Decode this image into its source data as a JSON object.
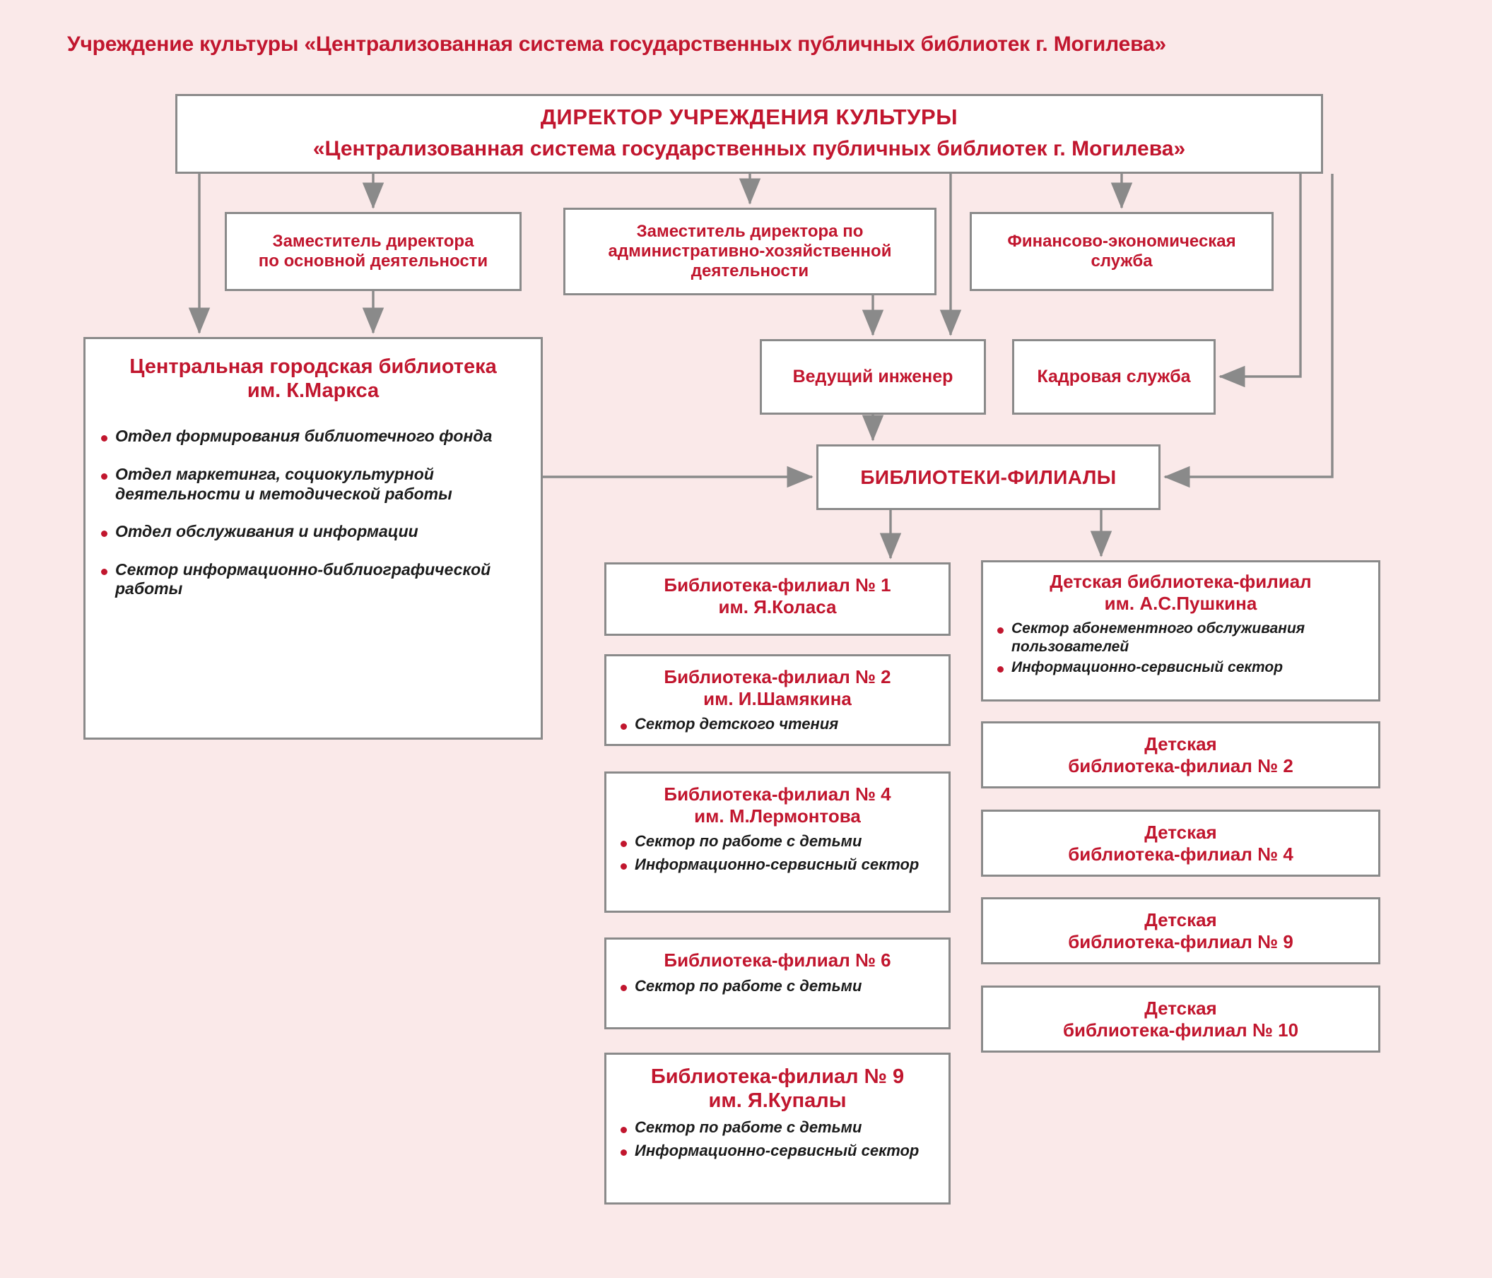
{
  "page": {
    "title": "Учреждение культуры «Централизованная система государственных публичных библиотек г. Могилева»",
    "background_color": "#fae9e9",
    "accent_color": "#c1162e",
    "box_border_color": "#8a8a8a",
    "connector_color": "#8a8a8a"
  },
  "director": {
    "line1": "ДИРЕКТОР УЧРЕЖДЕНИЯ КУЛЬТУРЫ",
    "line2": "«Централизованная система государственных публичных библиотек г. Могилева»"
  },
  "second_row": [
    {
      "label": "Заместитель директора\nпо основной деятельности"
    },
    {
      "label": "Заместитель директора по\nадминистративно-хозяйственной\nдеятельности"
    },
    {
      "label": "Финансово-экономическая\nслужба"
    }
  ],
  "central_library": {
    "title": "Центральная городская библиотека\nим. К.Маркса",
    "departments": [
      "Отдел формирования библиотечного фонда",
      "Отдел маркетинга, социокультурной деятельности и методической работы",
      "Отдел обслуживания и информации",
      "Сектор информационно-библиографической работы"
    ]
  },
  "engineer": {
    "label": "Ведущий инженер"
  },
  "hr_service": {
    "label": "Кадровая служба"
  },
  "branches_hub": {
    "label": "БИБЛИОТЕКИ-ФИЛИАЛЫ"
  },
  "branch_column": [
    {
      "title": "Библиотека-филиал № 1\nим. Я.Коласа",
      "sectors": []
    },
    {
      "title": "Библиотека-филиал № 2\nим. И.Шамякина",
      "sectors": [
        "Сектор детского чтения"
      ]
    },
    {
      "title": "Библиотека-филиал № 4\nим. М.Лермонтова",
      "sectors": [
        "Сектор по работе с детьми",
        "Информационно-сервисный сектор"
      ]
    },
    {
      "title": "Библиотека-филиал № 6",
      "sectors": [
        "Сектор по работе с детьми"
      ]
    },
    {
      "title": "Библиотека-филиал № 9\nим. Я.Купалы",
      "sectors": [
        "Сектор по работе с детьми",
        "Информационно-сервисный сектор"
      ]
    }
  ],
  "children_column": {
    "pushkin": {
      "title": "Детская библиотека-филиал\nим. А.С.Пушкина",
      "sectors": [
        "Сектор абонементного обслуживания пользователей",
        "Информационно-сервисный сектор"
      ]
    },
    "others": [
      {
        "title": "Детская\nбиблиотека-филиал № 2"
      },
      {
        "title": "Детская\nбиблиотека-филиал № 4"
      },
      {
        "title": "Детская\nбиблиотека-филиал № 9"
      },
      {
        "title": "Детская\nбиблиотека-филиал № 10"
      }
    ]
  }
}
